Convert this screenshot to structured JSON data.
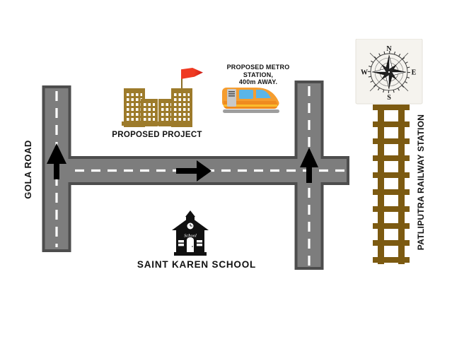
{
  "roads": {
    "gola_road_label": "GOLA ROAD"
  },
  "landmarks": {
    "proposed_project": {
      "label": "PROPOSED PROJECT"
    },
    "metro_station": {
      "label_line1": "PROPOSED METRO STATION,",
      "label_line2": "400m AWAY."
    },
    "school": {
      "label": "SAINT KAREN SCHOOL",
      "sign_text": "School"
    },
    "railway_station": {
      "label": "PATLIPUTRA RAILWAY STATION"
    }
  },
  "compass": {
    "north": "N",
    "south": "S",
    "east": "E",
    "west": "W"
  },
  "icons": {
    "proposed_project": "buildings-with-red-flag-icon",
    "metro_station": "train-icon",
    "school": "schoolhouse-icon",
    "railway_station": "railway-track-icon",
    "compass": "compass-rose-icon"
  },
  "colors": {
    "road_fill": "#7d7d7d",
    "road_casing": "#4d4d4d",
    "road_marking": "#ffffff",
    "direction_arrow": "#000000",
    "building": "#9d7b2b",
    "flag": "#e02020",
    "railway": "#7c5a11",
    "train_body": "#f59d2f",
    "train_window": "#5ab5e8",
    "school_icon": "#111111",
    "compass_paper": "#f5f3ee"
  }
}
